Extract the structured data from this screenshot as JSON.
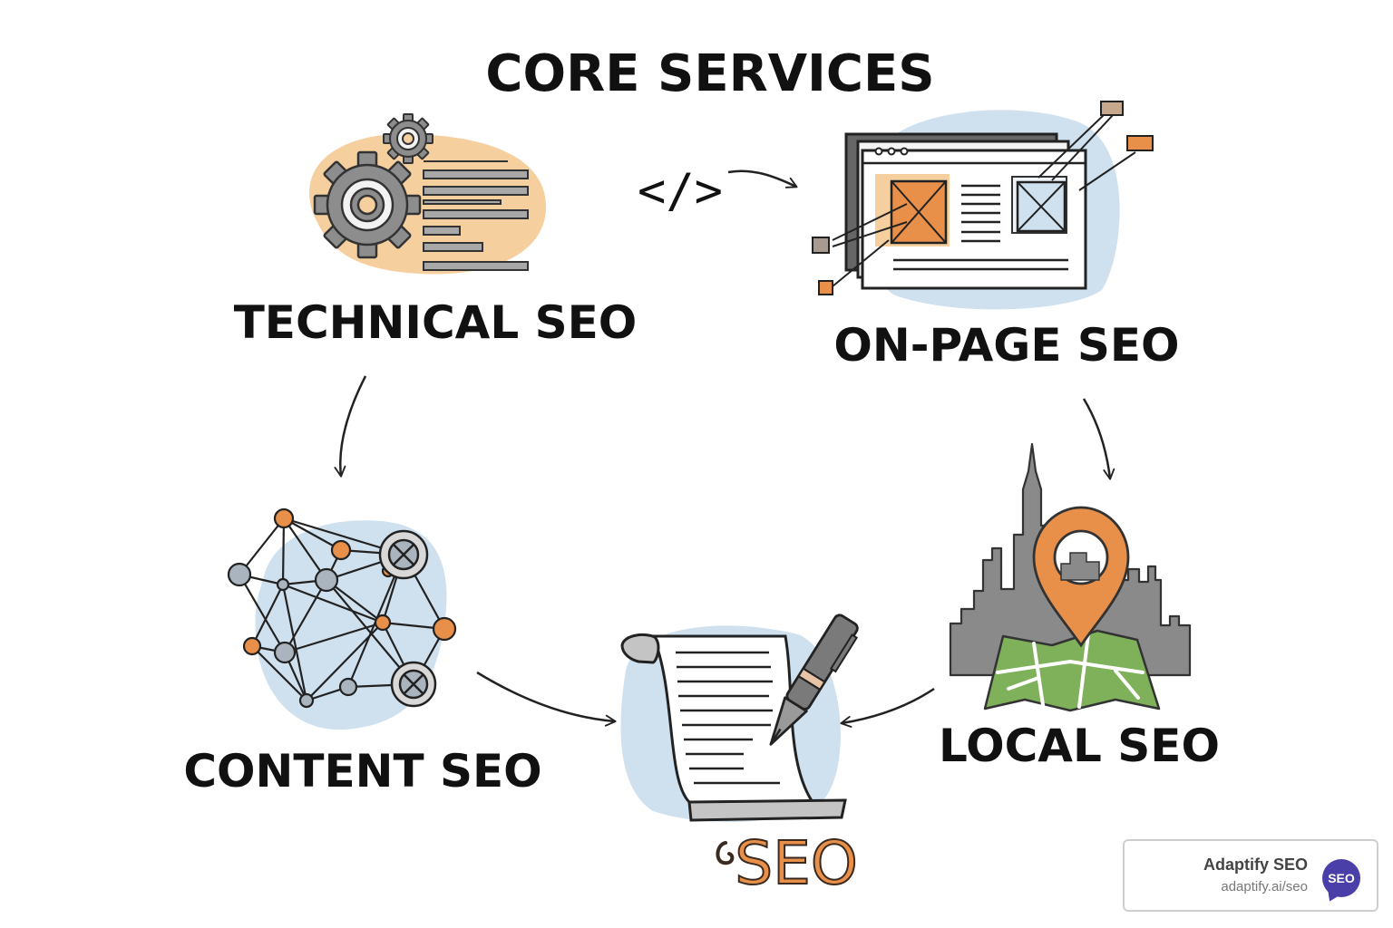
{
  "title": "CORE SERVICES",
  "code_symbol": "</>",
  "services": [
    {
      "label": "TECHNICAL SEO",
      "icon": "gears-code-icon"
    },
    {
      "label": "ON-PAGE SEO",
      "icon": "webpage-layout-icon"
    },
    {
      "label": "CONTENT SEO",
      "icon": "network-graph-icon"
    },
    {
      "label": "LOCAL SEO",
      "icon": "city-map-pin-icon"
    }
  ],
  "center": {
    "label": "SEO",
    "icon": "scroll-pen-icon"
  },
  "badge": {
    "name": "Adaptify SEO",
    "url": "adaptify.ai/seo",
    "logo_text": "SEO"
  },
  "colors": {
    "orange": "#e8904a",
    "peach": "#f6cf9f",
    "light_blue": "#cfe0ee",
    "gray": "#8a8a8a",
    "green": "#7fb05a",
    "ink": "#111111",
    "badge_purple": "#4a3fa8"
  }
}
